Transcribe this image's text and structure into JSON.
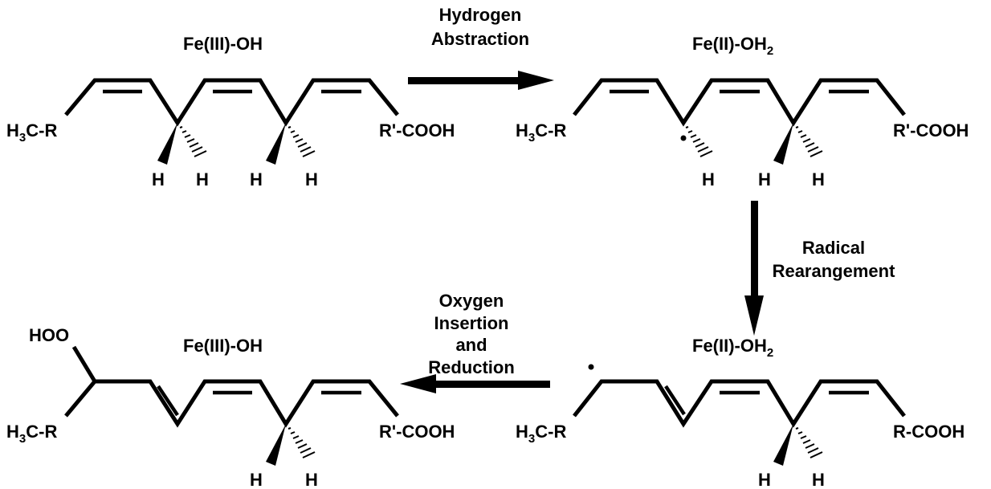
{
  "steps": {
    "abstraction": {
      "line1": "Hydrogen",
      "line2": "Abstraction"
    },
    "rearrangement": {
      "line1": "Radical",
      "line2": "Rearangement"
    },
    "insertion": {
      "line1": "Oxygen",
      "line2": "Insertion",
      "line3": "and",
      "line4": "Reduction"
    }
  },
  "molecules": {
    "top_left": {
      "catalyst": "Fe(III)-OH",
      "left_group_main": "H",
      "left_group_sub": "3",
      "left_group_tail": "C-R",
      "right_group": "R'-COOH",
      "h1": "H",
      "h2": "H",
      "h3": "H",
      "h4": "H"
    },
    "top_right": {
      "catalyst_main": "Fe(II)-OH",
      "catalyst_sub": "2",
      "left_group_main": "H",
      "left_group_sub": "3",
      "left_group_tail": "C-R",
      "right_group": "R'-COOH",
      "h1": "H",
      "h2": "H",
      "h3": "H"
    },
    "bottom_right": {
      "catalyst_main": "Fe(II)-OH",
      "catalyst_sub": "2",
      "left_group_main": "H",
      "left_group_sub": "3",
      "left_group_tail": "C-R",
      "right_group": "R-COOH",
      "h1": "H",
      "h2": "H"
    },
    "bottom_left": {
      "catalyst": "Fe(III)-OH",
      "hydroperoxy": "HOO",
      "left_group_main": "H",
      "left_group_sub": "3",
      "left_group_tail": "C-R",
      "right_group": "R'-COOH",
      "h1": "H",
      "h2": "H"
    }
  }
}
